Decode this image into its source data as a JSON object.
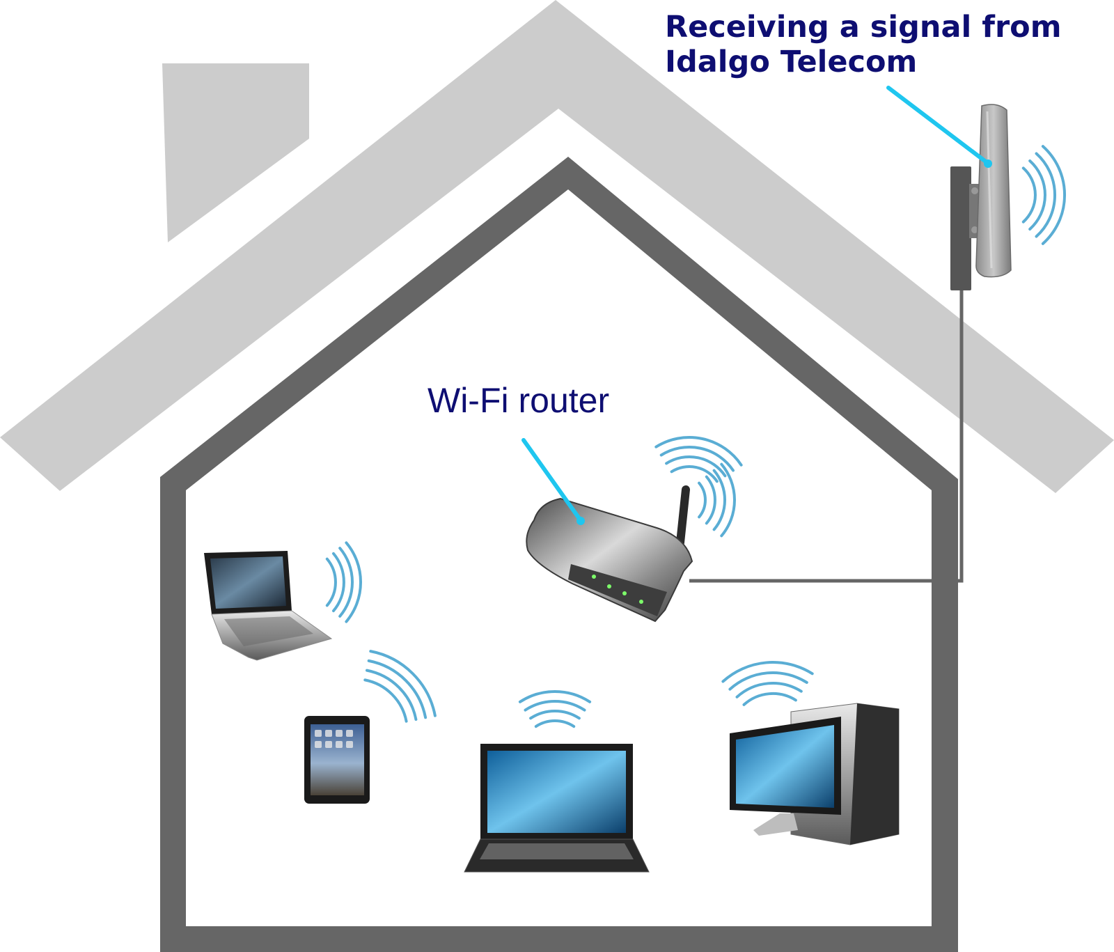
{
  "labels": {
    "antenna_line1": "Receiving a signal from",
    "antenna_line2": "Idalgo Telecom",
    "router": "Wi-Fi router"
  },
  "colors": {
    "roof": "#cccccc",
    "wall": "#666666",
    "label_text": "#0e0e72",
    "callout": "#1fc6ef",
    "wifi_wave": "#5aadd4",
    "cable": "#666666"
  },
  "devices": [
    {
      "id": "outdoor-antenna",
      "icon": "outdoor-antenna-icon"
    },
    {
      "id": "wifi-router",
      "icon": "router-icon"
    },
    {
      "id": "netbook",
      "icon": "netbook-icon"
    },
    {
      "id": "tablet",
      "icon": "tablet-icon"
    },
    {
      "id": "laptop",
      "icon": "laptop-icon"
    },
    {
      "id": "desktop-pc",
      "icon": "desktop-pc-icon"
    }
  ]
}
